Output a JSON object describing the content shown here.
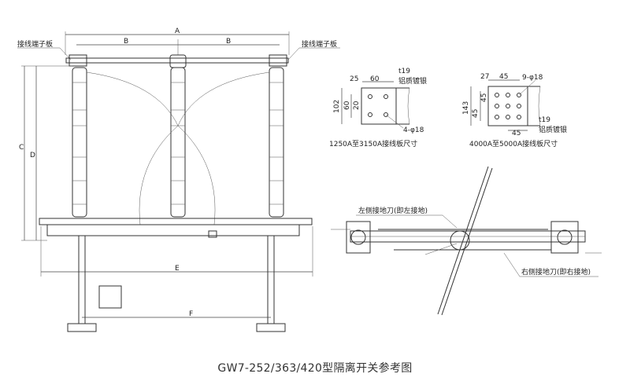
{
  "caption": "GW7-252/363/420型隔离开关参考图",
  "front_view": {
    "dim_A": "A",
    "dim_B_left": "B",
    "dim_B_right": "B",
    "dim_C": "C",
    "dim_D": "D",
    "dim_E": "E",
    "dim_F": "F",
    "terminal_left": "接线端子板",
    "terminal_right": "接线端子板"
  },
  "plate_small": {
    "dims": [
      "25",
      "60"
    ],
    "side_dims": [
      "102",
      "60",
      "20"
    ],
    "thickness": "t19",
    "material": "铝质镀银",
    "holes": "4-φ18",
    "title": "1250A至3150A接线板尺寸"
  },
  "plate_large": {
    "dims": [
      "27",
      "45"
    ],
    "holes": "9-φ18",
    "side_dims": [
      "143",
      "45",
      "45"
    ],
    "bottom_dim": "45",
    "thickness": "t19",
    "material": "铝质镀银",
    "title": "4000A至5000A接线板尺寸"
  },
  "top_view": {
    "left_earth": "左侧接地刀(即左接地)",
    "right_earth": "右侧接地刀(即右接地)"
  }
}
